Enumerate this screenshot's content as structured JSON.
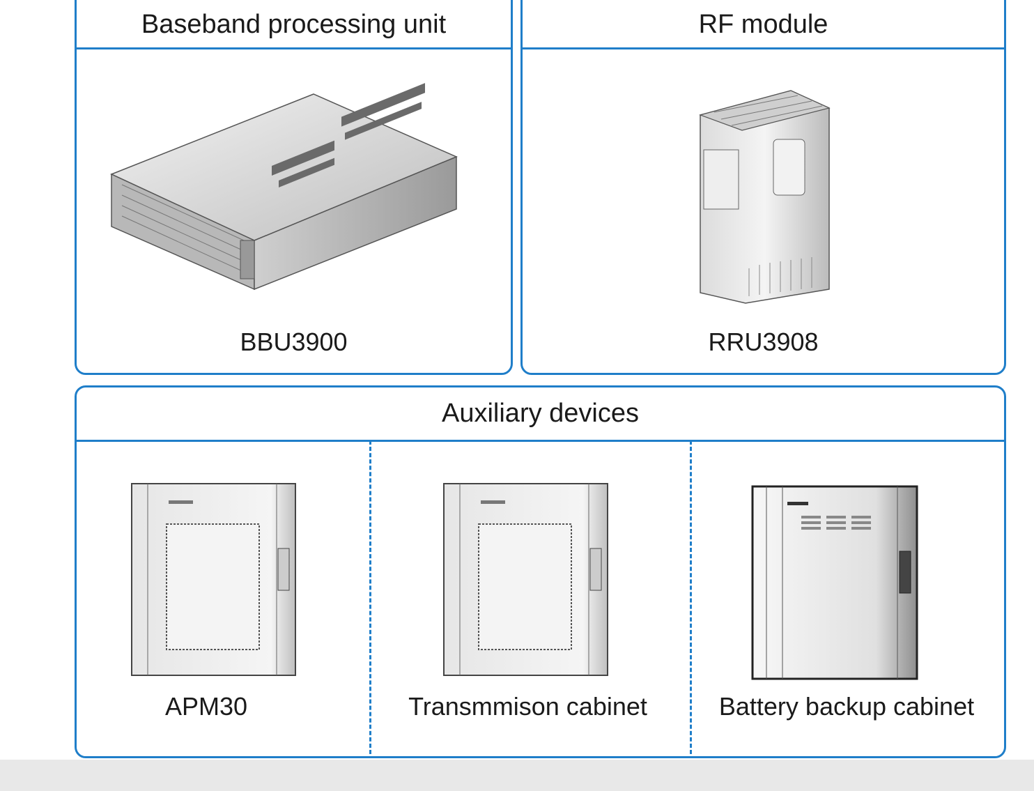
{
  "panels": {
    "baseband": {
      "title": "Baseband processing unit",
      "device": "BBU3900"
    },
    "rf": {
      "title": "RF module",
      "device": "RRU3908"
    },
    "auxiliary": {
      "title": "Auxiliary devices",
      "devices": [
        "APM30",
        "Transmmison cabinet",
        "Battery backup cabinet"
      ]
    }
  },
  "colors": {
    "border": "#1f7ec9",
    "band": "#e8e8e8"
  }
}
